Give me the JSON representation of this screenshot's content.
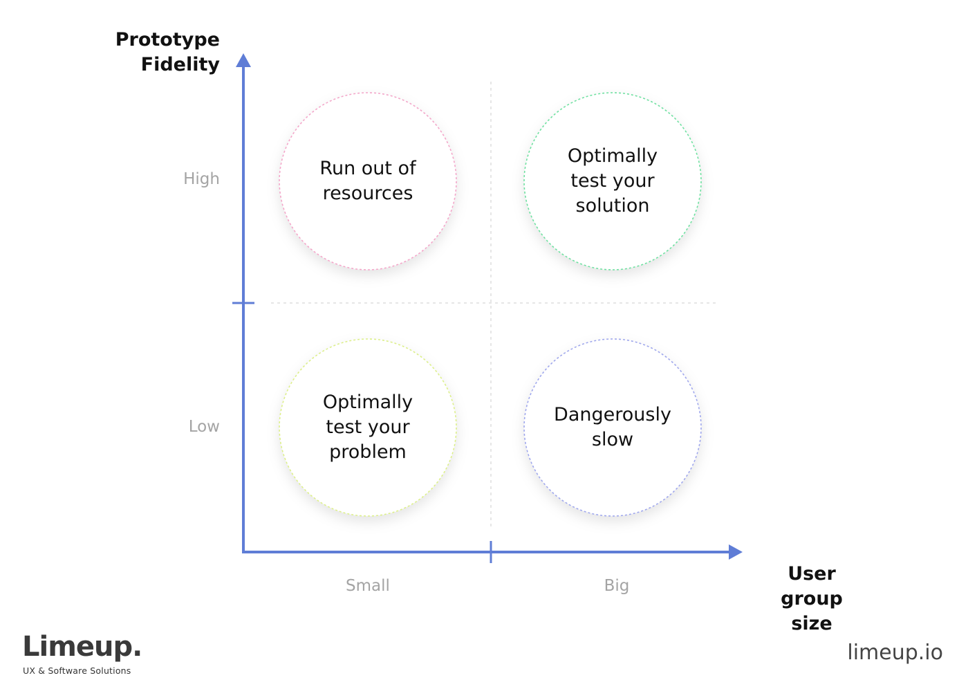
{
  "diagram": {
    "y_axis_title": "Prototype\nFidelity",
    "x_axis_title": "User group\nsize",
    "y_ticks": {
      "high": "High",
      "low": "Low"
    },
    "x_ticks": {
      "small": "Small",
      "big": "Big"
    },
    "quadrants": {
      "top_left": {
        "label": "Run out of\nresources",
        "color": "#f3a6c9"
      },
      "top_right": {
        "label": "Optimally\ntest your\nsolution",
        "color": "#6ee0a0"
      },
      "bottom_left": {
        "label": "Optimally\ntest your\nproblem",
        "color": "#dcef8a"
      },
      "bottom_right": {
        "label": "Dangerously\nslow",
        "color": "#9ea6ec"
      }
    },
    "axis_color": "#5f7dd6",
    "divider_color": "#dddddd"
  },
  "footer": {
    "brand": "Limeup.",
    "tagline": "UX & Software Solutions",
    "url": "limeup.io"
  }
}
